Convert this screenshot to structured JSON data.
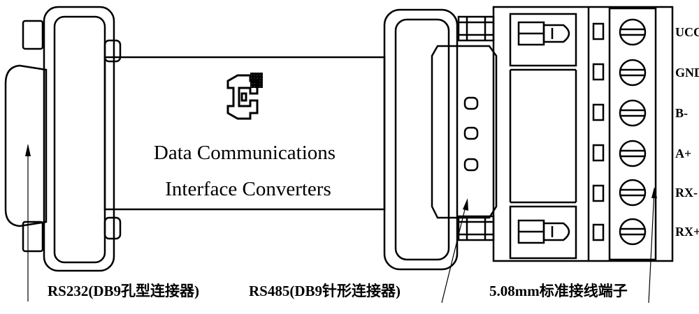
{
  "box": {
    "line1": "Data Communications",
    "line2": "Interface Converters"
  },
  "terminals": [
    "UCC",
    "GND",
    "B-",
    "A+",
    "RX-",
    "RX+"
  ],
  "captions": {
    "rs232": "RS232(DB9孔型连接器)",
    "rs485": "RS485(DB9针形连接器)",
    "terminal_block": "5.08mm标准接线端子"
  },
  "colors": {
    "line": "#000000",
    "background": "#ffffff"
  }
}
